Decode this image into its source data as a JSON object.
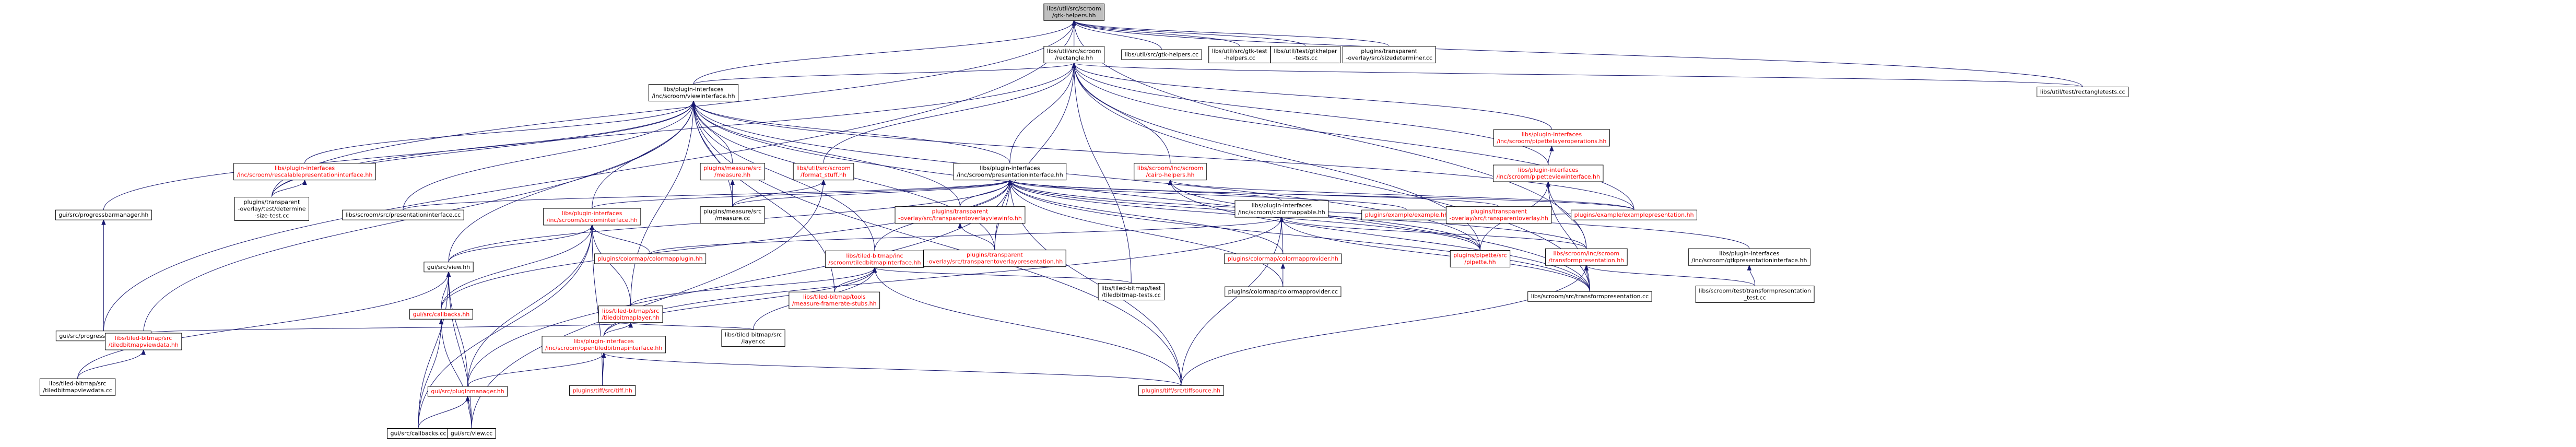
{
  "colors": {
    "edge": "#191970",
    "root_fill": "#bfbfbf",
    "node_fill": "#ffffff",
    "node_text": "#000000",
    "link_text": "#ff0000"
  },
  "nodes": [
    {
      "id": "n0",
      "lines": [
        "libs/util/src/scroom",
        "/gtk-helpers.hh"
      ],
      "root": true
    },
    {
      "id": "n1",
      "lines": [
        "libs/util/src/scroom",
        "/rectangle.hh"
      ]
    },
    {
      "id": "n2",
      "lines": [
        "libs/util/src/gtk-helpers.cc"
      ]
    },
    {
      "id": "n3",
      "lines": [
        "libs/util/src/gtk-test",
        "-helpers.cc"
      ]
    },
    {
      "id": "n4",
      "lines": [
        "libs/util/test/gtkhelper",
        "-tests.cc"
      ]
    },
    {
      "id": "n5",
      "lines": [
        "plugins/transparent",
        "-overlay/src/sizedeterminer.cc"
      ]
    },
    {
      "id": "n6",
      "lines": [
        "libs/util/test/rectangletests.cc"
      ]
    },
    {
      "id": "n7",
      "lines": [
        "libs/plugin-interfaces",
        "/inc/scroom/viewinterface.hh"
      ]
    },
    {
      "id": "n8",
      "lines": [
        "libs/plugin-interfaces",
        "/inc/scroom/rescalablepresentationinterface.hh"
      ],
      "red": true
    },
    {
      "id": "n9",
      "lines": [
        "plugins/measure/src",
        "/measure.hh"
      ],
      "red": true
    },
    {
      "id": "n10",
      "lines": [
        "libs/util/src/scroom",
        "/format_stuff.hh"
      ],
      "red": true
    },
    {
      "id": "n11",
      "lines": [
        "libs/plugin-interfaces",
        "/inc/scroom/presentationinterface.hh"
      ]
    },
    {
      "id": "n12",
      "lines": [
        "libs/scroom/inc/scroom",
        "/cairo-helpers.hh"
      ],
      "red": true
    },
    {
      "id": "n13",
      "lines": [
        "libs/plugin-interfaces",
        "/inc/scroom/pipetteviewinterface.hh"
      ],
      "red": true
    },
    {
      "id": "n14",
      "lines": [
        "libs/plugin-interfaces",
        "/inc/scroom/pipettelayeroperations.hh"
      ],
      "red": true
    },
    {
      "id": "n15",
      "lines": [
        "gui/src/progressbarmanager.hh"
      ]
    },
    {
      "id": "n16",
      "lines": [
        "plugins/transparent",
        "-overlay/test/determine",
        "-size-test.cc"
      ]
    },
    {
      "id": "n17",
      "lines": [
        "libs/scroom/src/presentationinterface.cc"
      ]
    },
    {
      "id": "n18",
      "lines": [
        "plugins/measure/src",
        "/measure.cc"
      ]
    },
    {
      "id": "n19",
      "lines": [
        "plugins/transparent",
        "-overlay/src/transparentoverlayviewinfo.hh"
      ],
      "red": true
    },
    {
      "id": "n20",
      "lines": [
        "libs/plugin-interfaces",
        "/inc/scroom/colormappable.hh"
      ]
    },
    {
      "id": "n21",
      "lines": [
        "plugins/example/example.hh"
      ],
      "red": true
    },
    {
      "id": "n22",
      "lines": [
        "plugins/transparent",
        "-overlay/src/transparentoverlay.hh"
      ],
      "red": true
    },
    {
      "id": "n23",
      "lines": [
        "plugins/example/examplepresentation.hh"
      ],
      "red": true
    },
    {
      "id": "n24",
      "lines": [
        "libs/plugin-interfaces",
        "/inc/scroom/scroominterface.hh"
      ],
      "red": true
    },
    {
      "id": "n25",
      "lines": [
        "plugins/colormap/colormapplugin.hh"
      ],
      "red": true
    },
    {
      "id": "n26",
      "lines": [
        "gui/src/view.hh"
      ]
    },
    {
      "id": "n27",
      "lines": [
        "libs/tiled-bitmap/inc",
        "/scroom/tiledbitmapinterface.hh"
      ],
      "red": true
    },
    {
      "id": "n28",
      "lines": [
        "plugins/transparent",
        "-overlay/src/transparentoverlaypresentation.hh"
      ],
      "red": true
    },
    {
      "id": "n29",
      "lines": [
        "plugins/colormap/colormapprovider.hh"
      ],
      "red": true
    },
    {
      "id": "n30",
      "lines": [
        "plugins/pipette/src",
        "/pipette.hh"
      ],
      "red": true
    },
    {
      "id": "n31",
      "lines": [
        "libs/scroom/inc/scroom",
        "/transformpresentation.hh"
      ],
      "red": true
    },
    {
      "id": "n32",
      "lines": [
        "libs/plugin-interfaces",
        "/inc/scroom/gtkpresentationinterface.hh"
      ]
    },
    {
      "id": "n33",
      "lines": [
        "gui/src/callbacks.hh"
      ],
      "red": true
    },
    {
      "id": "n34",
      "lines": [
        "libs/tiled-bitmap/src",
        "/tiledbitmaplayer.hh"
      ],
      "red": true
    },
    {
      "id": "n35",
      "lines": [
        "libs/tiled-bitmap/tools",
        "/measure-framerate-stubs.hh"
      ],
      "red": true
    },
    {
      "id": "n36",
      "lines": [
        "libs/tiled-bitmap/test",
        "/tiledbitmap-tests.cc"
      ]
    },
    {
      "id": "n37",
      "lines": [
        "plugins/colormap/colormapprovider.cc"
      ]
    },
    {
      "id": "n38",
      "lines": [
        "libs/scroom/src/transformpresentation.cc"
      ]
    },
    {
      "id": "n39",
      "lines": [
        "libs/scroom/test/transformpresentation",
        "_test.cc"
      ]
    },
    {
      "id": "n40",
      "lines": [
        "gui/src/progressbarmanager.cc"
      ]
    },
    {
      "id": "n41",
      "lines": [
        "libs/tiled-bitmap/src",
        "/tiledbitmapviewdata.hh"
      ],
      "red": true
    },
    {
      "id": "n42",
      "lines": [
        "libs/plugin-interfaces",
        "/inc/scroom/opentiledbitmapinterface.hh"
      ],
      "red": true
    },
    {
      "id": "n43",
      "lines": [
        "libs/tiled-bitmap/src",
        "/layer.cc"
      ]
    },
    {
      "id": "n44",
      "lines": [
        "libs/tiled-bitmap/src",
        "/tiledbitmapviewdata.cc"
      ]
    },
    {
      "id": "n45",
      "lines": [
        "gui/src/pluginmanager.hh"
      ],
      "red": true
    },
    {
      "id": "n46",
      "lines": [
        "plugins/tiff/src/tiff.hh"
      ],
      "red": true
    },
    {
      "id": "n47",
      "lines": [
        "plugins/tiff/src/tiffsource.hh"
      ],
      "red": true
    },
    {
      "id": "n48",
      "lines": [
        "gui/src/callbacks.cc"
      ]
    },
    {
      "id": "n49",
      "lines": [
        "gui/src/view.cc"
      ]
    }
  ],
  "edges": [
    [
      "n1",
      "n0"
    ],
    [
      "n2",
      "n0"
    ],
    [
      "n3",
      "n0"
    ],
    [
      "n4",
      "n0"
    ],
    [
      "n5",
      "n0"
    ],
    [
      "n6",
      "n0"
    ],
    [
      "n7",
      "n0"
    ],
    [
      "n16",
      "n0"
    ],
    [
      "n40",
      "n0"
    ],
    [
      "n31",
      "n0"
    ],
    [
      "n6",
      "n1"
    ],
    [
      "n7",
      "n1"
    ],
    [
      "n10",
      "n1"
    ],
    [
      "n11",
      "n1"
    ],
    [
      "n12",
      "n1"
    ],
    [
      "n13",
      "n1"
    ],
    [
      "n14",
      "n1"
    ],
    [
      "n23",
      "n1"
    ],
    [
      "n28",
      "n1"
    ],
    [
      "n38",
      "n1"
    ],
    [
      "n36",
      "n1"
    ],
    [
      "n16",
      "n1"
    ],
    [
      "n30",
      "n1"
    ],
    [
      "n8",
      "n7"
    ],
    [
      "n9",
      "n7"
    ],
    [
      "n11",
      "n7"
    ],
    [
      "n15",
      "n7"
    ],
    [
      "n16",
      "n7"
    ],
    [
      "n17",
      "n7"
    ],
    [
      "n18",
      "n7"
    ],
    [
      "n19",
      "n7"
    ],
    [
      "n24",
      "n7"
    ],
    [
      "n26",
      "n7"
    ],
    [
      "n27",
      "n7"
    ],
    [
      "n28",
      "n7"
    ],
    [
      "n41",
      "n7"
    ],
    [
      "n47",
      "n7"
    ],
    [
      "n23",
      "n7"
    ],
    [
      "n34",
      "n7"
    ],
    [
      "n35",
      "n7"
    ],
    [
      "n38",
      "n7"
    ],
    [
      "n30",
      "n7"
    ],
    [
      "n16",
      "n8"
    ],
    [
      "n18",
      "n9"
    ],
    [
      "n18",
      "n10"
    ],
    [
      "n49",
      "n10"
    ],
    [
      "n17",
      "n11"
    ],
    [
      "n18",
      "n11"
    ],
    [
      "n19",
      "n11"
    ],
    [
      "n20",
      "n11"
    ],
    [
      "n21",
      "n11"
    ],
    [
      "n22",
      "n11"
    ],
    [
      "n23",
      "n11"
    ],
    [
      "n24",
      "n11"
    ],
    [
      "n26",
      "n11"
    ],
    [
      "n27",
      "n11"
    ],
    [
      "n28",
      "n11"
    ],
    [
      "n29",
      "n11"
    ],
    [
      "n31",
      "n11"
    ],
    [
      "n38",
      "n11"
    ],
    [
      "n45",
      "n11"
    ],
    [
      "n47",
      "n11"
    ],
    [
      "n30",
      "n11"
    ],
    [
      "n32",
      "n11"
    ],
    [
      "n33",
      "n11"
    ],
    [
      "n37",
      "n11"
    ],
    [
      "n23",
      "n12"
    ],
    [
      "n30",
      "n12"
    ],
    [
      "n38",
      "n12"
    ],
    [
      "n13",
      "n14"
    ],
    [
      "n30",
      "n13"
    ],
    [
      "n31",
      "n13"
    ],
    [
      "n38",
      "n13"
    ],
    [
      "n40",
      "n15"
    ],
    [
      "n28",
      "n19"
    ],
    [
      "n25",
      "n20"
    ],
    [
      "n29",
      "n20"
    ],
    [
      "n31",
      "n20"
    ],
    [
      "n38",
      "n20"
    ],
    [
      "n42",
      "n20"
    ],
    [
      "n47",
      "n20"
    ],
    [
      "n23",
      "n21"
    ],
    [
      "n25",
      "n24"
    ],
    [
      "n26",
      "n24"
    ],
    [
      "n33",
      "n24"
    ],
    [
      "n34",
      "n24"
    ],
    [
      "n45",
      "n24"
    ],
    [
      "n46",
      "n24"
    ],
    [
      "n48",
      "n24"
    ],
    [
      "n33",
      "n26"
    ],
    [
      "n44",
      "n26"
    ],
    [
      "n45",
      "n26"
    ],
    [
      "n48",
      "n26"
    ],
    [
      "n49",
      "n26"
    ],
    [
      "n34",
      "n27"
    ],
    [
      "n35",
      "n27"
    ],
    [
      "n36",
      "n27"
    ],
    [
      "n42",
      "n27"
    ],
    [
      "n43",
      "n27"
    ],
    [
      "n47",
      "n27"
    ],
    [
      "n41",
      "n34"
    ],
    [
      "n43",
      "n34"
    ],
    [
      "n37",
      "n29"
    ],
    [
      "n38",
      "n31"
    ],
    [
      "n39",
      "n31"
    ],
    [
      "n47",
      "n31"
    ],
    [
      "n39",
      "n32"
    ],
    [
      "n48",
      "n33"
    ],
    [
      "n49",
      "n33"
    ],
    [
      "n42",
      "n34"
    ],
    [
      "n45",
      "n42"
    ],
    [
      "n46",
      "n42"
    ],
    [
      "n47",
      "n42"
    ],
    [
      "n44",
      "n41"
    ],
    [
      "n48",
      "n45"
    ],
    [
      "n49",
      "n45"
    ]
  ]
}
